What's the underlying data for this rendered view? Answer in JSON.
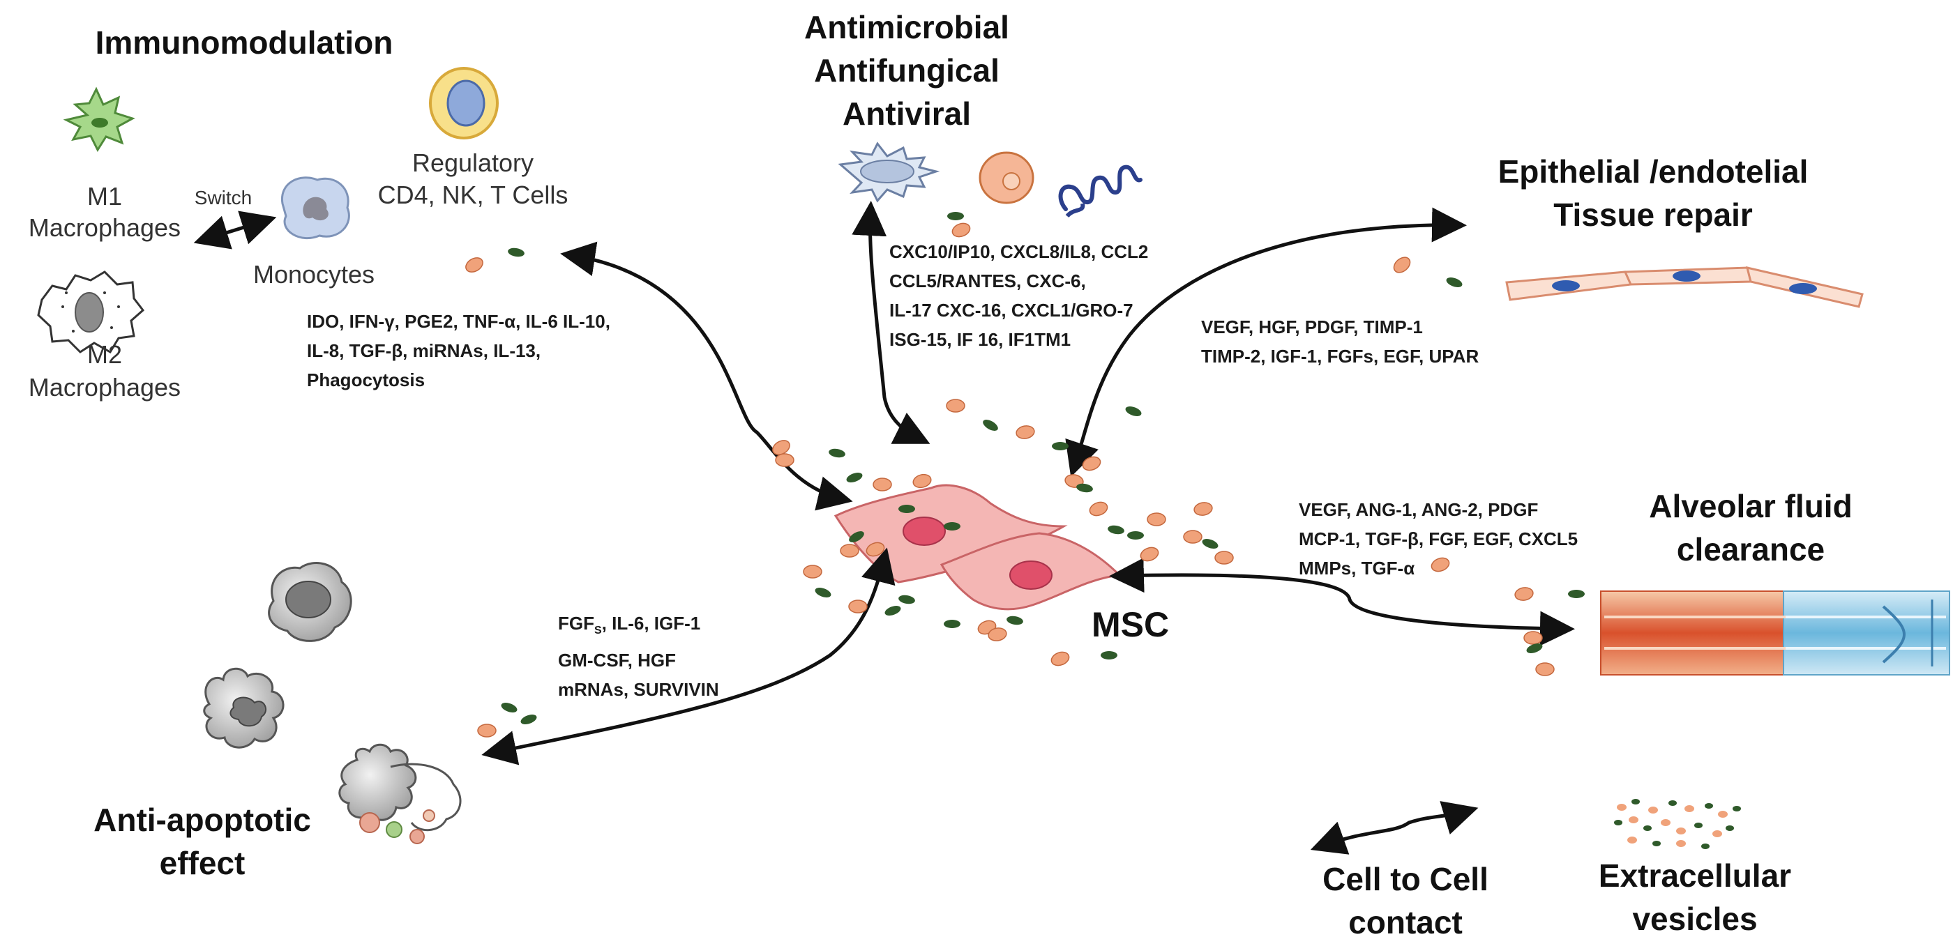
{
  "sections": {
    "immunomodulation": {
      "title": "Immunomodulation",
      "m1_label": [
        "M1",
        "Macrophages"
      ],
      "switch_label": "Switch",
      "monocytes_label": "Monocytes",
      "m2_label": [
        "M2",
        "Macrophages"
      ],
      "regulatory_label": [
        "Regulatory",
        "CD4, NK, T Cells"
      ],
      "molecules": [
        "IDO, IFN-γ, PGE2, TNF-α, IL-6 IL-10,",
        "IL-8, TGF-β, miRNAs, IL-13,",
        "Phagocytosis"
      ]
    },
    "antimicrobial": {
      "title": [
        "Antimicrobial",
        "Antifungical",
        "Antiviral"
      ],
      "molecules": [
        "CXC10/IP10, CXCL8/IL8, CCL2",
        "CCL5/RANTES, CXC-6,",
        "IL-17 CXC-16, CXCL1/GRO-7",
        "ISG-15, IF 16, IF1TM1"
      ]
    },
    "tissue_repair": {
      "title": [
        "Epithelial /endotelial",
        "Tissue repair"
      ],
      "molecules": [
        "VEGF, HGF, PDGF, TIMP-1",
        "TIMP-2, IGF-1, FGFs, EGF, UPAR"
      ]
    },
    "alveolar": {
      "title": [
        "Alveolar fluid",
        "clearance"
      ],
      "molecules": [
        "VEGF, ANG-1, ANG-2, PDGF",
        "MCP-1, TGF-β, FGF, EGF, CXCL5",
        "MMPs, TGF-α"
      ]
    },
    "anti_apoptotic": {
      "title": [
        "Anti-apoptotic",
        "effect"
      ],
      "molecules_first_prefix": "FGF",
      "molecules_first_sub": "S",
      "molecules_first_suffix": ", IL-6, IGF-1",
      "molecules": [
        "GM-CSF, HGF",
        "mRNAs, SURVIVIN"
      ]
    },
    "center": {
      "label": "MSC"
    },
    "legend": {
      "cell_contact": [
        "Cell to Cell",
        "contact"
      ],
      "extracellular_vesicles": [
        "Extracellular",
        "vesicles"
      ]
    }
  },
  "colors": {
    "arrow": "#111111",
    "msc_cell_fill": "#f4b6b4",
    "msc_nucleus": "#e0506a",
    "vesicle_green": "#2f5a2a",
    "vesicle_orange": "#f0a27a"
  },
  "icons": [
    "m1-macrophage-icon",
    "monocyte-icon",
    "m2-macrophage-icon",
    "regulatory-cell-icon",
    "bacterium-icon",
    "fungal-cell-icon",
    "virus-icon",
    "endothelium-icon",
    "alveolus-vessel-icon",
    "apoptotic-cell-icon",
    "msc-cell-icon"
  ]
}
